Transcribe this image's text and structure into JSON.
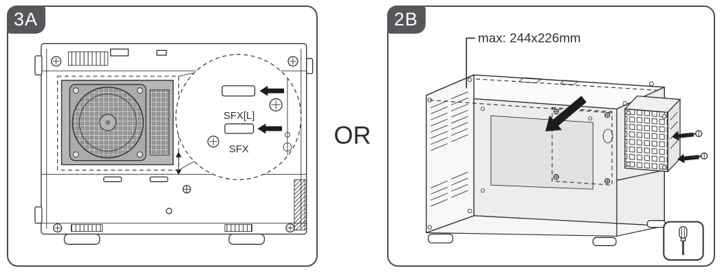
{
  "or_label": "OR",
  "panels": {
    "left": {
      "step_label": "3A",
      "detail_labels": {
        "slot_top": "SFX[L]",
        "slot_bottom": "SFX"
      }
    },
    "right": {
      "step_label": "2B",
      "max_dimensions_label": "max: 244x226mm"
    }
  },
  "icons": {
    "insert-arrow-icon": "solid-left-arrow",
    "sfx-l-arrow-icon": "solid-left-arrow",
    "sfx-arrow-icon": "solid-left-arrow",
    "clearance-arrow-icon": "double-headed-vertical-arrow",
    "screw-hole-icon": "phillips-screw-head",
    "screw-icon": "mounting-screw",
    "screwdriver-icon": "screwdriver"
  },
  "colors": {
    "line": "#2e2e2e",
    "panel_border": "#4a4b4d",
    "badge_bg": "#56575b",
    "badge_text": "#ffffff",
    "arrow": "#1c1c1c",
    "plate_gray": "#b7b7b7",
    "detail_gray": "#ededed"
  }
}
